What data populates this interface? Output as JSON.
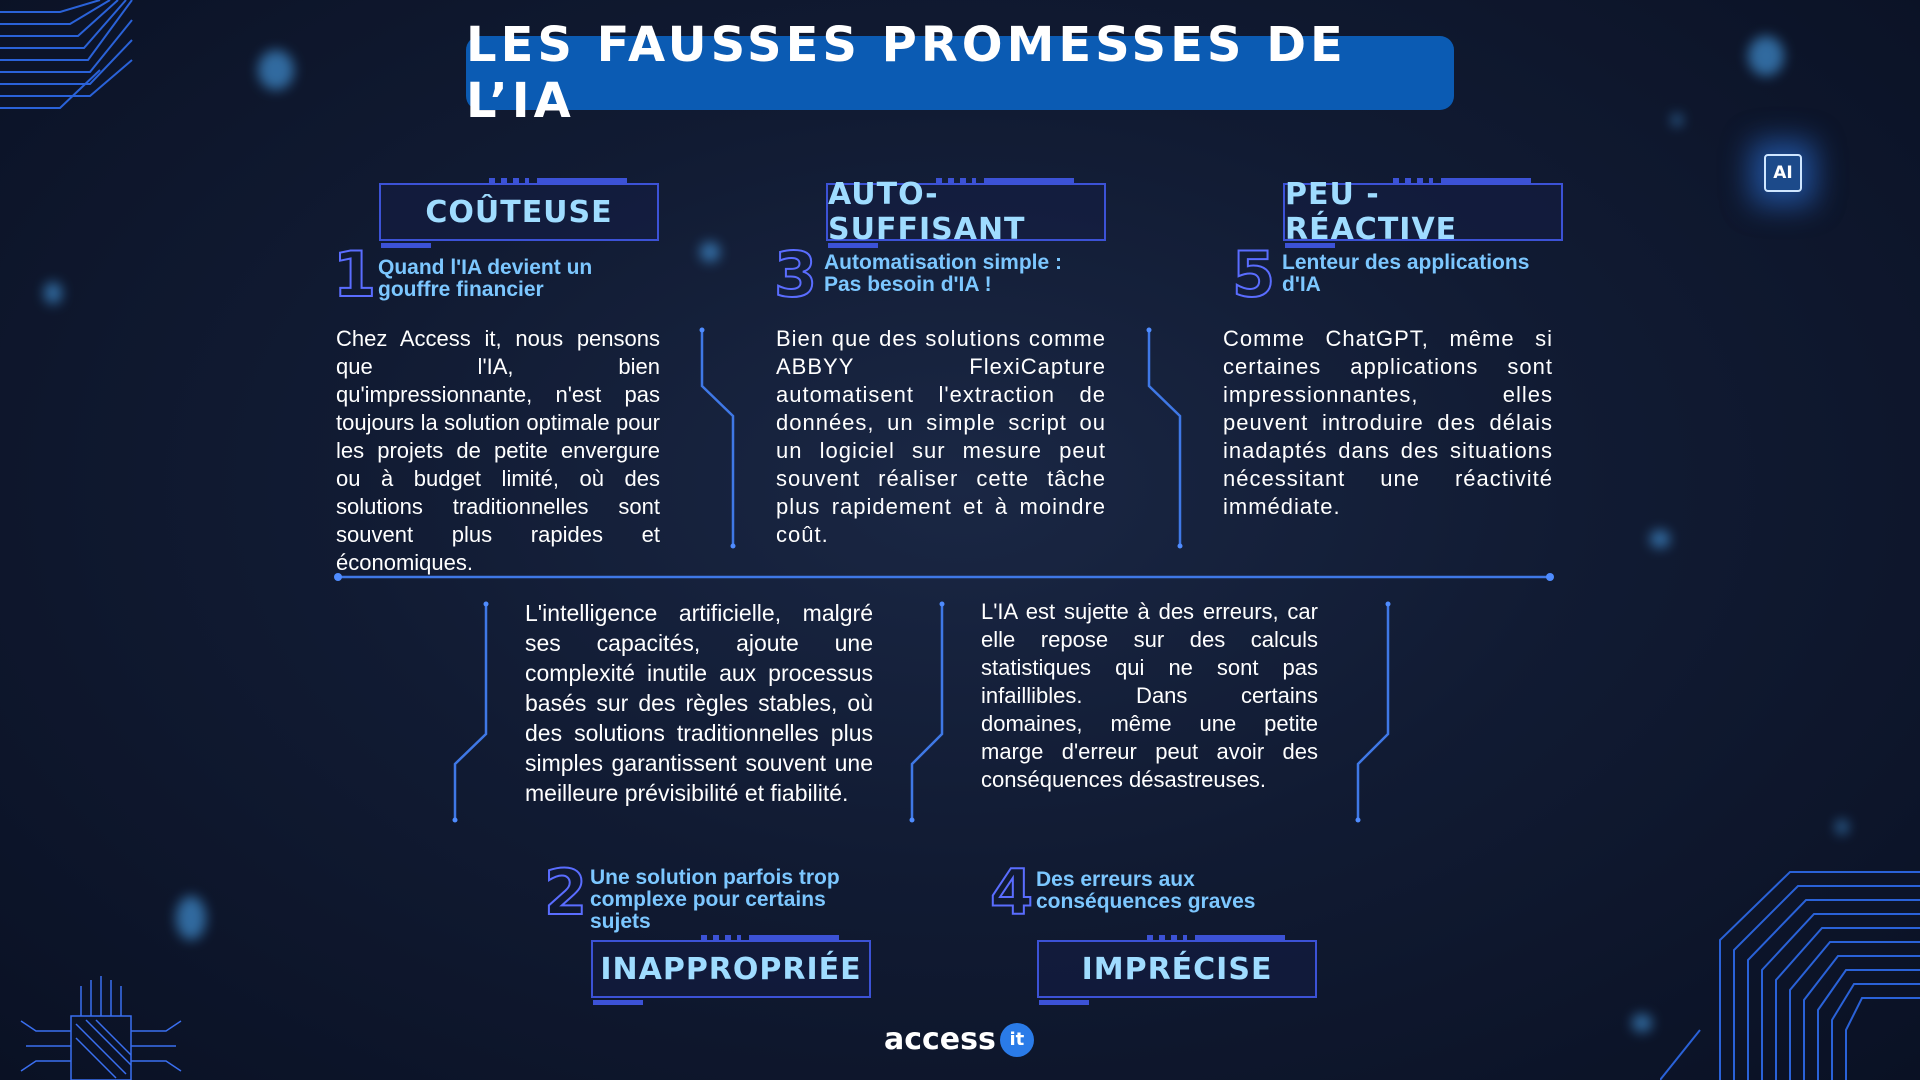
{
  "title": "LES FAUSSES PROMESSES DE L’IA",
  "badge": "AI",
  "sections": [
    {
      "label": "COÛTEUSE",
      "number": "1",
      "subtitle": "Quand l'IA devient un gouffre financier",
      "text": "Chez Access it, nous pensons que l'IA, bien qu'impressionnante, n'est pas toujours la solution optimale pour les projets de petite envergure ou à budget limité, où des solutions traditionnelles sont souvent plus rapides et économiques."
    },
    {
      "label": "AUTO-SUFFISANT",
      "number": "3",
      "subtitle": "Automatisation simple : Pas besoin d'IA !",
      "text": "Bien que des solutions comme ABBYY FlexiCapture automatisent l'extraction de données, un simple script ou un logiciel sur mesure peut souvent réaliser cette tâche plus rapidement et à moindre coût."
    },
    {
      "label": "PEU - RÉACTIVE",
      "number": "5",
      "subtitle": "Lenteur des applications d'IA",
      "text": "Comme ChatGPT, même si certaines applications sont impressionnantes, elles peuvent introduire des délais inadaptés dans des situations nécessitant une réactivité immédiate."
    },
    {
      "label": "INAPPROPRIÉE",
      "number": "2",
      "subtitle": "Une solution parfois trop complexe pour certains sujets",
      "text": "L'intelligence artificielle, malgré ses capacités, ajoute une complexité inutile aux processus basés sur des règles stables, où des solutions traditionnelles plus simples garantissent souvent une meilleure prévisibilité et fiabilité."
    },
    {
      "label": "IMPRÉCISE",
      "number": "4",
      "subtitle": "Des erreurs aux conséquences graves",
      "text": "L'IA est sujette à des erreurs, car elle repose sur des calculs statistiques qui ne sont pas infaillibles. Dans certains domaines, même une petite marge d'erreur peut avoir des conséquences désastreuses."
    }
  ],
  "logo": {
    "word": "access",
    "badge": "it"
  },
  "colors": {
    "accent": "#3c52d6",
    "title_bg": "#0b5bb3",
    "subtitle": "#7cc7ff",
    "label": "#9fdcff"
  }
}
